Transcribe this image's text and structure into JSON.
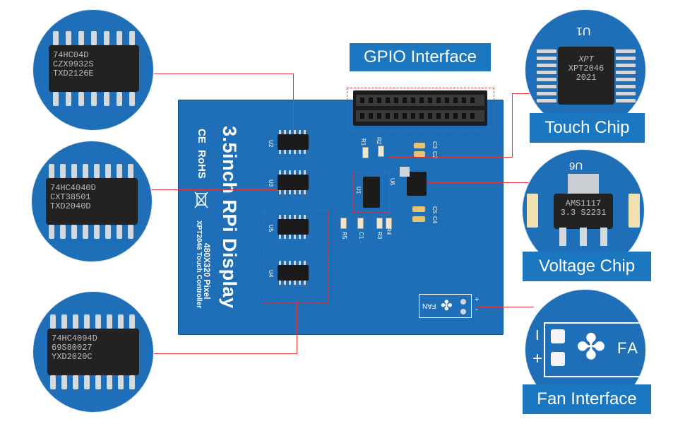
{
  "labels": {
    "gpio": "GPIO Interface",
    "touch": "Touch Chip",
    "voltage": "Voltage Chip",
    "fan": "Fan Interface"
  },
  "board": {
    "title": "3.5inch RPi Display",
    "resolution": "480X320 Pixel",
    "controller": "XPT2046 Touch Controller",
    "ce": "CE",
    "rohs": "RoHS",
    "refs": {
      "u1": "U1",
      "u2": "U2",
      "u3": "U3",
      "u4": "U4",
      "u5": "U5",
      "u6": "U6",
      "r1": "R1",
      "r2": "R2",
      "r3": "R3",
      "r4": "R4",
      "r5": "R5",
      "c1": "C1",
      "c2": "C2",
      "c3": "C3",
      "c4": "C4",
      "c5": "C5"
    },
    "fan_text": "FAN",
    "plus": "+",
    "minus": "-"
  },
  "zoom": {
    "u2_chip": [
      "74HC04D",
      "CZX9932S",
      "TXD2126E"
    ],
    "u3_chip": [
      "74HC4040D",
      "CXT38501",
      "TXD2040D"
    ],
    "u4_chip": [
      "74HC4094D",
      "69S80027",
      "YXD2020C"
    ],
    "touch_ref": "U1",
    "touch_chip": [
      "XPT",
      "XPT2046",
      "2021"
    ],
    "volt_ref": "U6",
    "volt_chip": [
      "AMS1117",
      "3.3  S2231"
    ],
    "fan_minus": "I",
    "fan_plus": "+",
    "fan_text": "FA"
  },
  "colors": {
    "board": "#1f6fb8",
    "label": "#1a77c0",
    "leader": "#e0363a"
  }
}
